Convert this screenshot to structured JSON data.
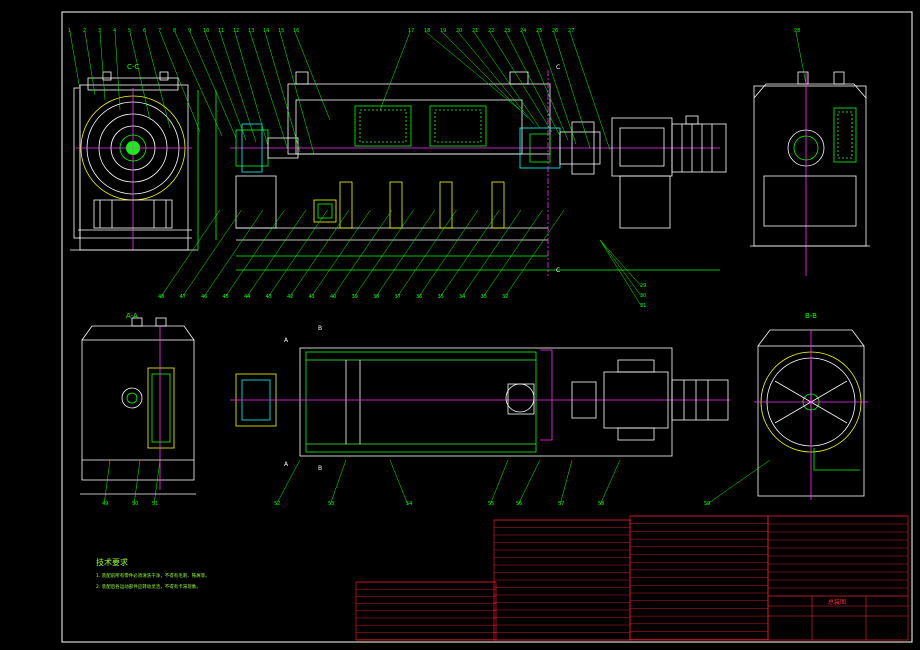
{
  "drawing": {
    "colors": {
      "background": "#000000",
      "outline": "#ffffff",
      "center_line": "#ff30ff",
      "annotation": "#00ff00",
      "hatch": "#3cff3c",
      "yellow": "#ffff00",
      "title_block": "#ff2030",
      "cyan": "#00ffff"
    },
    "section_labels": {
      "cc": "C-C",
      "aa": "A-A",
      "bb": "B-B",
      "a": "A",
      "b": "B",
      "c": "C"
    },
    "top_leader_numbers": [
      "1",
      "2",
      "3",
      "4",
      "5",
      "6",
      "7",
      "8",
      "9",
      "10",
      "11",
      "12",
      "13",
      "14",
      "15",
      "16",
      "17",
      "18",
      "19",
      "20",
      "21",
      "22",
      "23",
      "24",
      "25",
      "26",
      "27",
      "28"
    ],
    "bottom_leader_numbers": [
      "48",
      "47",
      "46",
      "45",
      "44",
      "43",
      "42",
      "41",
      "40",
      "39",
      "38",
      "37",
      "36",
      "35",
      "34",
      "33",
      "32"
    ],
    "right_leader_numbers": [
      "29",
      "30",
      "31"
    ],
    "lower_leader_numbers": [
      "49",
      "50",
      "51",
      "52",
      "53",
      "54",
      "55",
      "56",
      "57",
      "58",
      "59"
    ],
    "technical_requirements": {
      "title": "技术要求",
      "lines": [
        "1. 装配前所有零件必须清洗干净，不得有毛刺、铁屑等。",
        "2. 装配后各运动部件应转动灵活，不得有卡滞现象。"
      ]
    },
    "title_block": {
      "drawing_name": "总装图"
    }
  }
}
